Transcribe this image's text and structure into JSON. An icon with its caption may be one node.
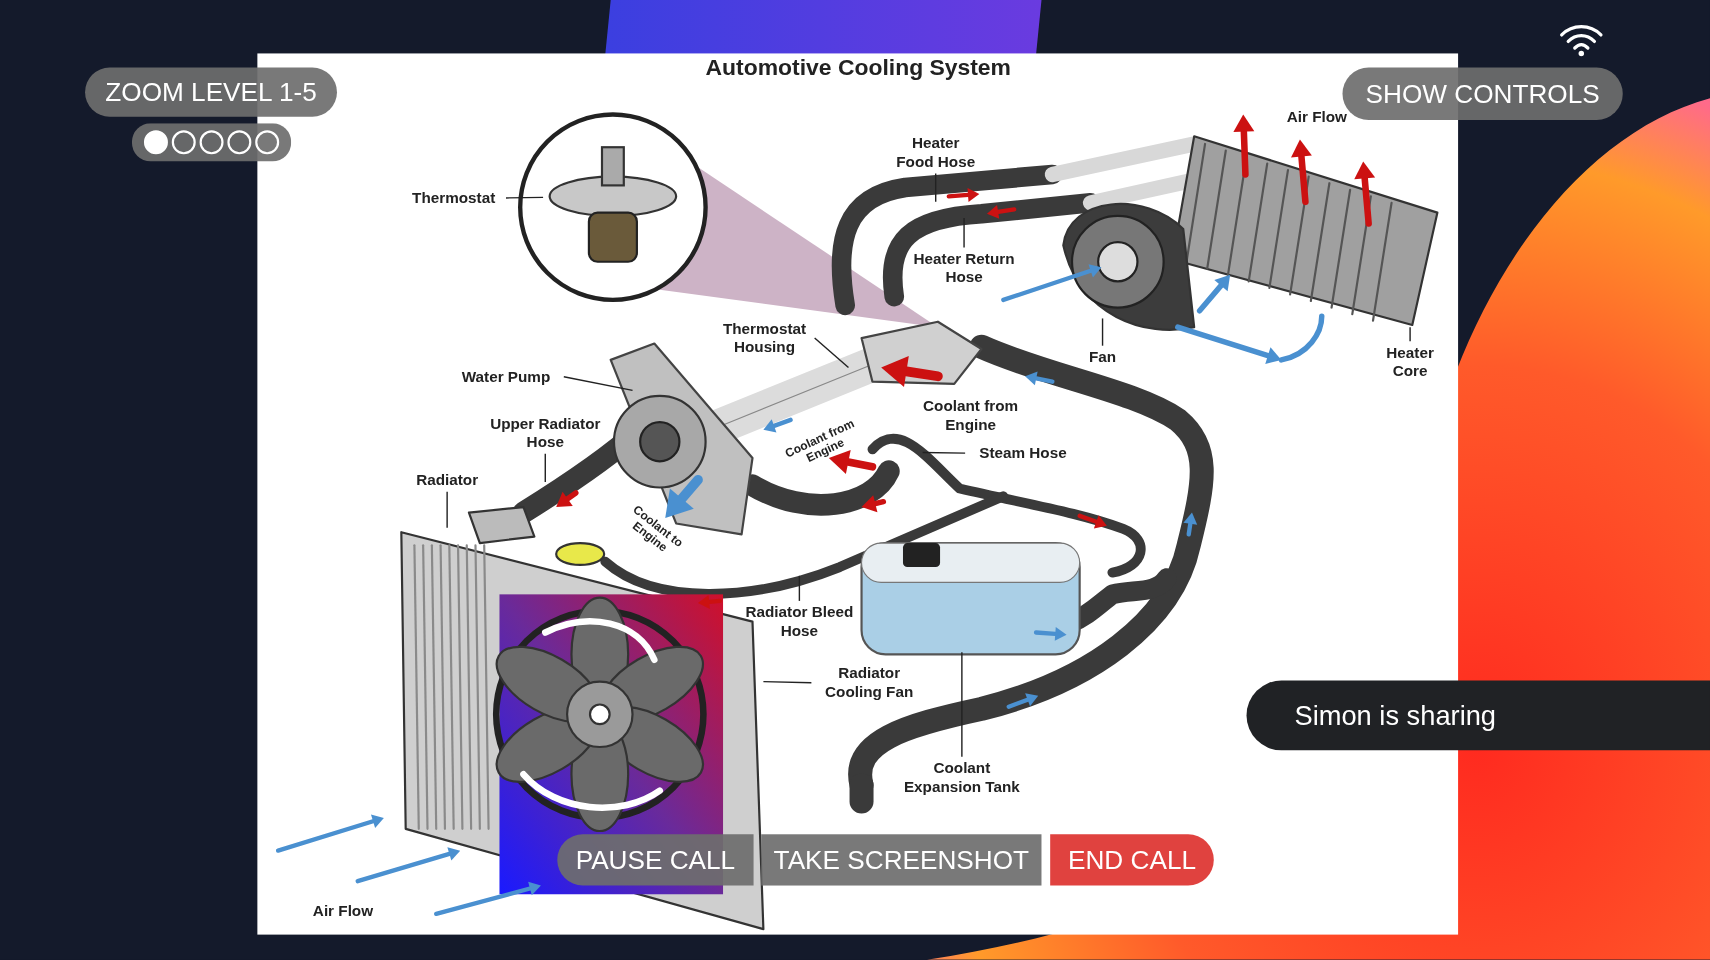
{
  "diagram": {
    "title": "Automotive Cooling System",
    "nodes": [
      {
        "text": [
          "Thermostat"
        ]
      },
      {
        "text": [
          "Heater Food Hose"
        ]
      },
      {
        "text": [
          "Heater Return Hose"
        ]
      },
      {
        "text": [
          "Fan"
        ]
      },
      {
        "text": [
          "Heater Core"
        ]
      },
      {
        "text": [
          "Thermostat Housing"
        ]
      },
      {
        "text": [
          "Water Pump"
        ]
      },
      {
        "text": [
          "Upper Radiator Hose"
        ]
      },
      {
        "text": [
          "Radiator"
        ]
      },
      {
        "text": [
          "Steam Hose"
        ]
      },
      {
        "text": [
          "Radiator Bleed Hose"
        ]
      },
      {
        "text": [
          "Radiator Cooling Fan"
        ]
      },
      {
        "text": [
          "Coolant Expansion Tank"
        ]
      }
    ],
    "edges": [
      {
        "from": 0,
        "to": null,
        "arrow": "none"
      },
      {
        "from": 1,
        "to": null,
        "arrow": "none"
      },
      {
        "from": 2,
        "to": null,
        "arrow": "none"
      },
      {
        "from": 3,
        "to": null,
        "arrow": "none"
      },
      {
        "from": 4,
        "to": null,
        "arrow": "none"
      },
      {
        "from": 5,
        "to": null,
        "arrow": "none"
      },
      {
        "from": 6,
        "to": null,
        "arrow": "none"
      },
      {
        "from": 7,
        "to": null,
        "arrow": "none"
      },
      {
        "from": 8,
        "to": null,
        "arrow": "none"
      },
      {
        "from": 9,
        "to": null,
        "arrow": "none"
      },
      {
        "from": 10,
        "to": null,
        "arrow": "none"
      },
      {
        "from": 11,
        "to": null,
        "arrow": "none"
      },
      {
        "from": 12,
        "to": null,
        "arrow": "none"
      }
    ],
    "labels": [
      "ZOOM LEVEL 1-5",
      "SHOW CONTROLS",
      "Air Flow",
      "Coolant from Engine",
      "Coolant from Engine",
      "Coolant to Engine",
      "Simon is sharing",
      "PAUSE CALL",
      "TAKE SCREENSHOT",
      "END CALL",
      "Air Flow"
    ]
  }
}
